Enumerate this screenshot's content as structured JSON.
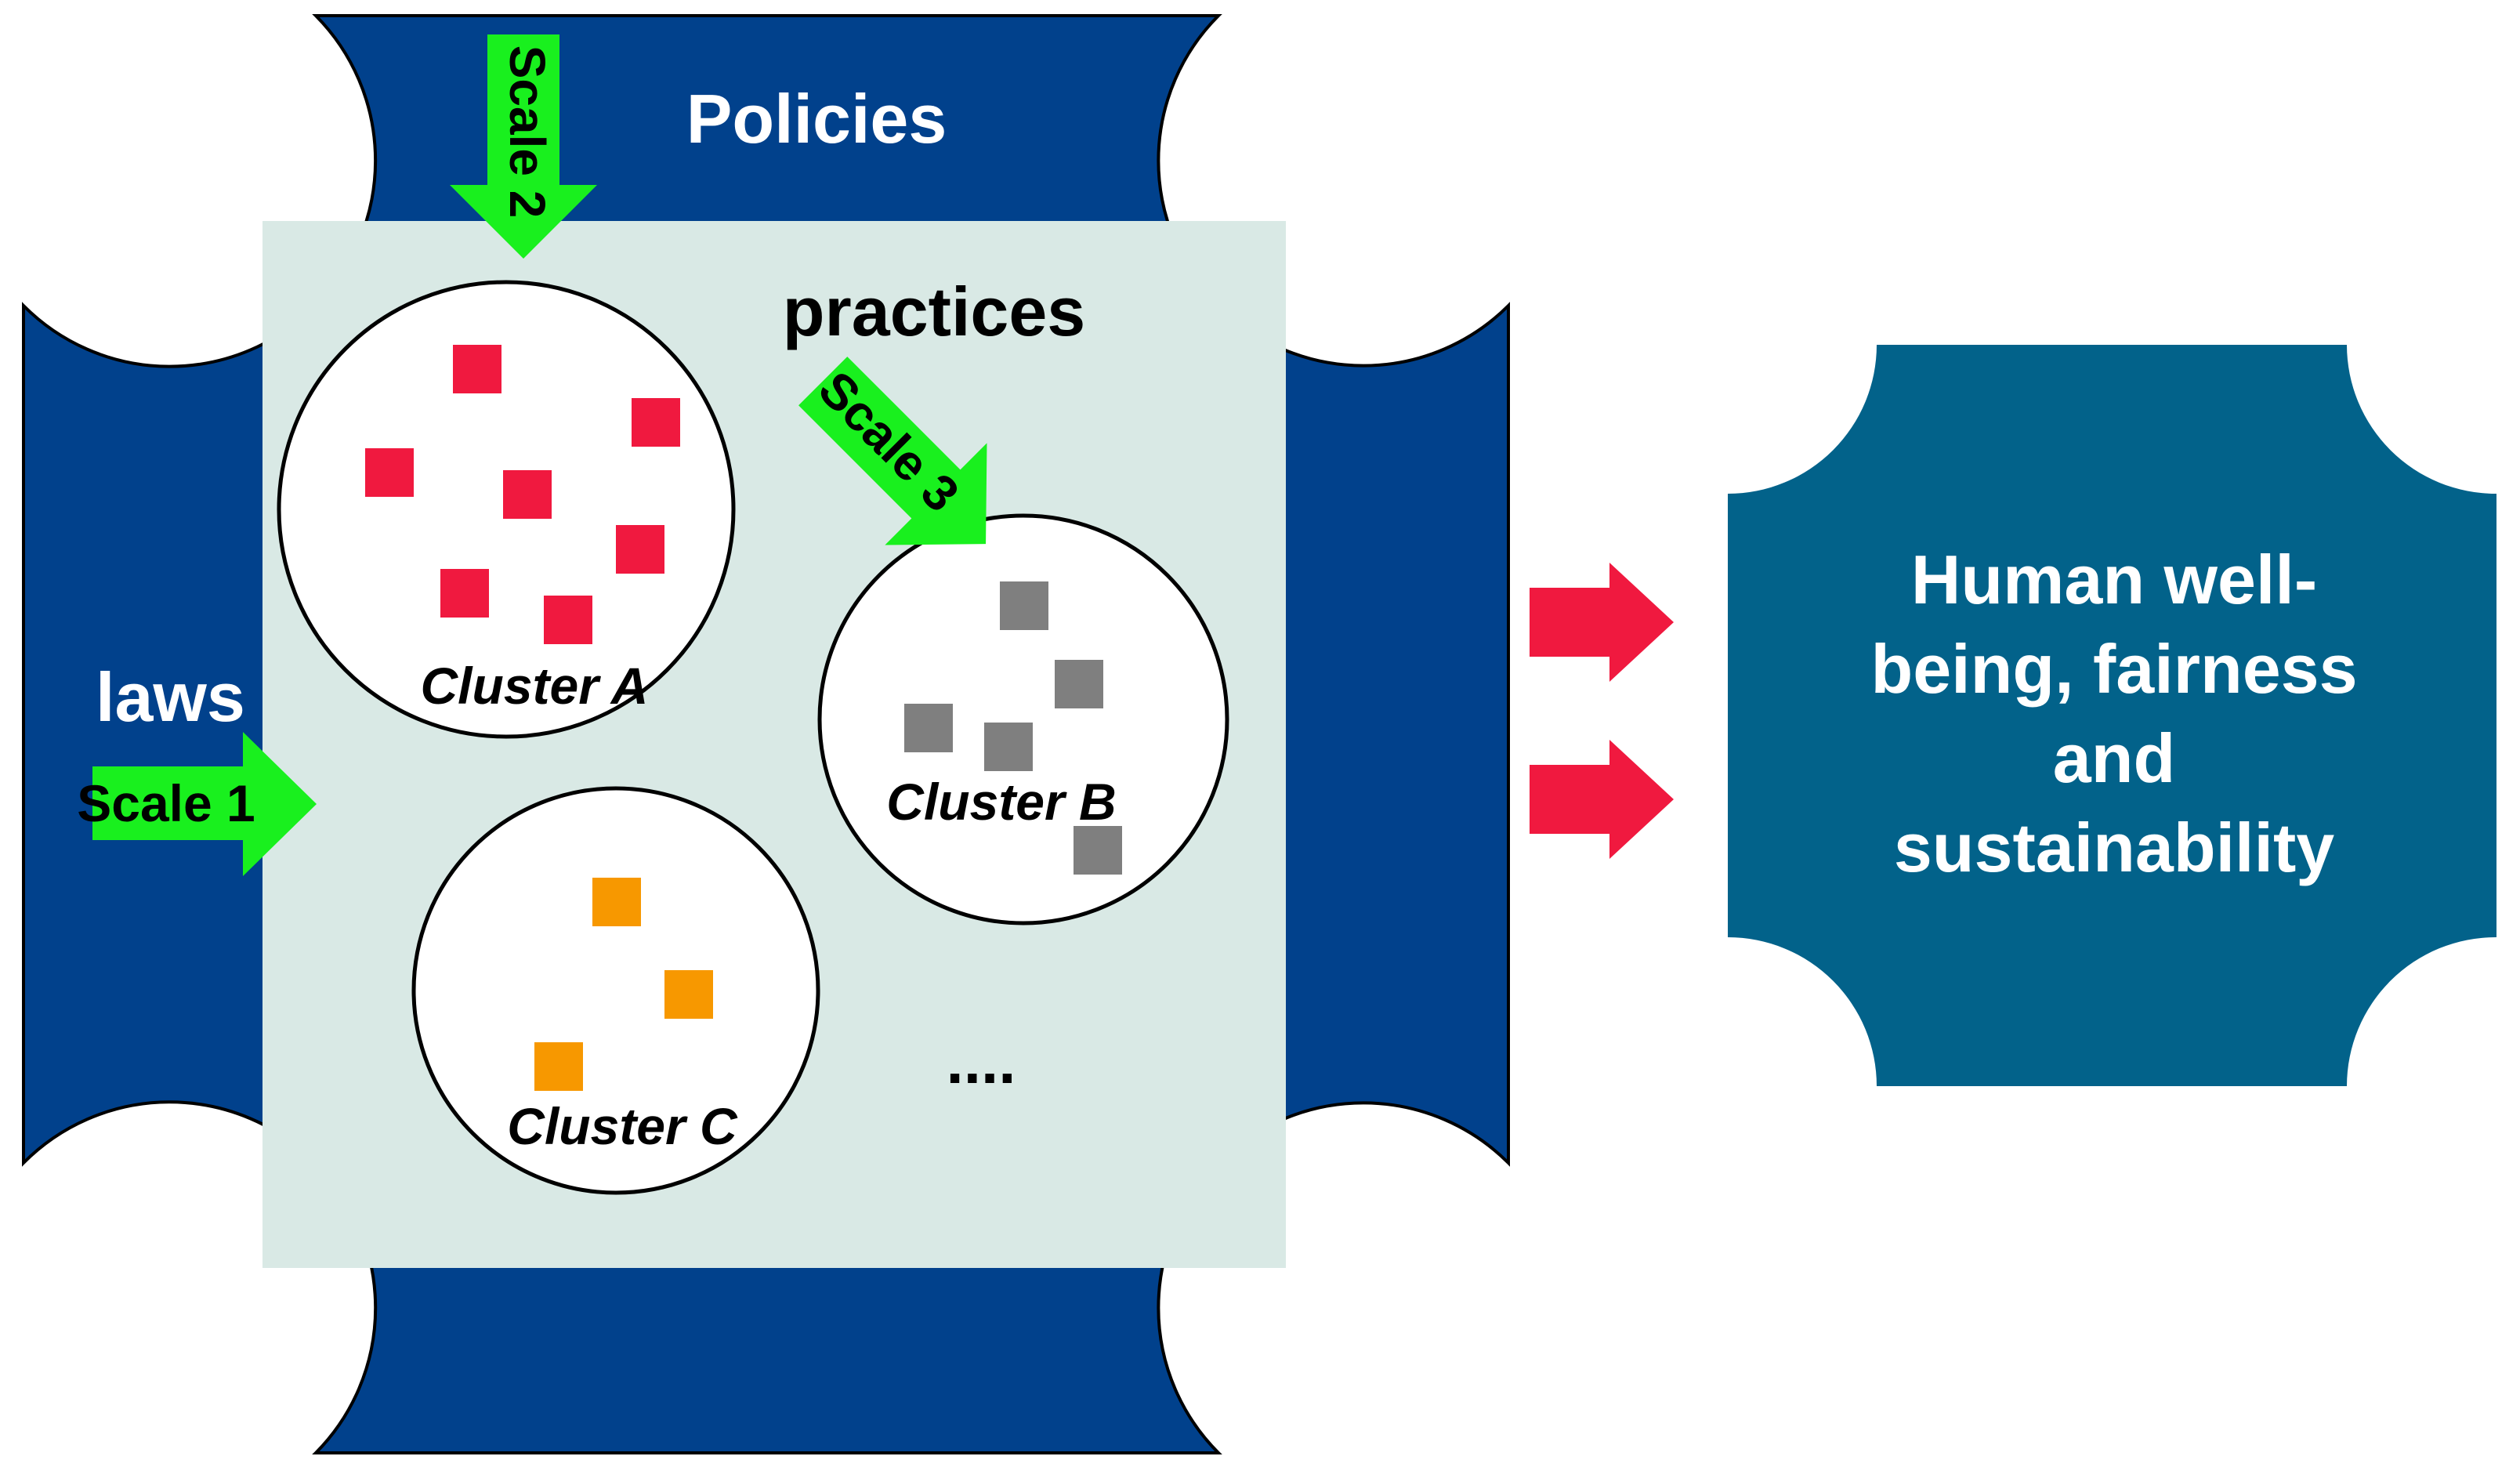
{
  "labels": {
    "policies": "Policies",
    "laws": "laws",
    "practices": "practices",
    "ellipsis": "....",
    "cluster_a": "Cluster A",
    "cluster_b": "Cluster B",
    "cluster_c": "Cluster C"
  },
  "scales": {
    "scale1": "Scale 1",
    "scale2": "Scale 2",
    "scale3": "Scale 3"
  },
  "outcome": {
    "lines": [
      "Human well-",
      "being, fairness",
      "and",
      "sustainability"
    ]
  },
  "colors": {
    "outer_frame": "#01418C",
    "inner_field": "#D9E9E5",
    "outcome_box": "#02628A",
    "scale_arrow": "#19F01E",
    "flow_arrow": "#F0193F",
    "cluster_a_items": "#F0193F",
    "cluster_b_items": "#7F7F7F",
    "cluster_c_items": "#F79800"
  }
}
